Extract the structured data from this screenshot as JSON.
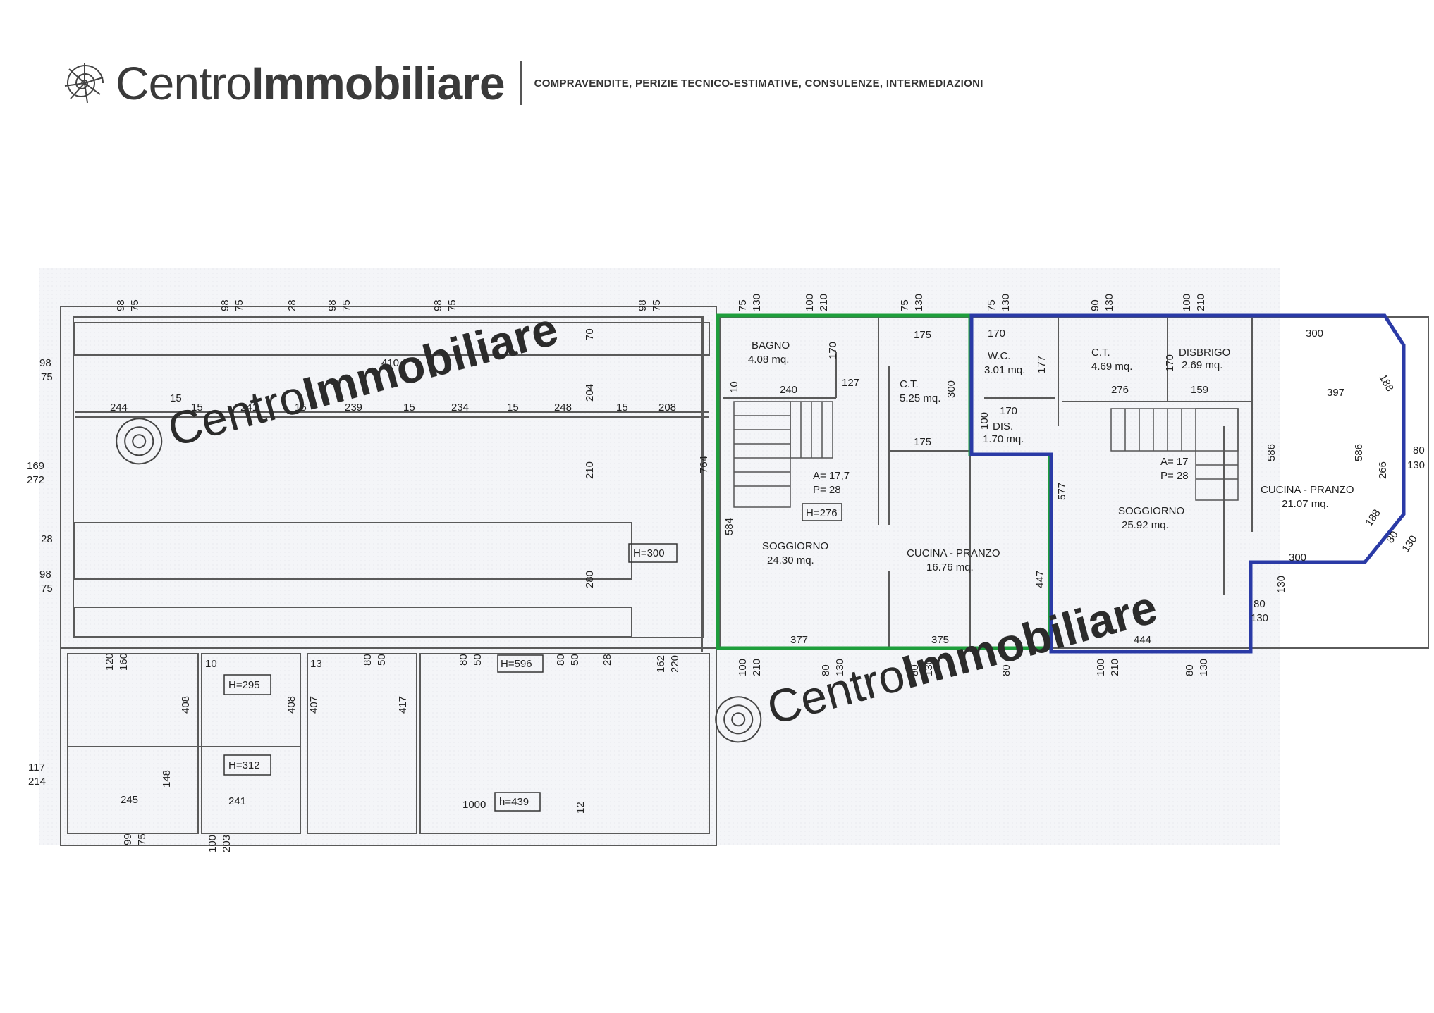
{
  "header": {
    "brand_part1": "Centro",
    "brand_part2": "Immobiliare",
    "tagline": "COMPRAVENDITE, PERIZIE TECNICO-ESTIMATIVE, CONSULENZE, INTERMEDIAZIONI",
    "logo_icon": "nautilus-shell-icon"
  },
  "colors": {
    "green_outline": "#1e9e3c",
    "blue_outline": "#2a3aa6",
    "line": "#5a5a5a",
    "text": "#222222"
  },
  "watermarks": [
    {
      "part1": "Centro",
      "part2": "Immobiliare"
    },
    {
      "part1": "Centro",
      "part2": "Immobiliare"
    }
  ],
  "rooms": {
    "bagno_name": "BAGNO",
    "bagno_area": "4.08 mq.",
    "ct1_name": "C.T.",
    "ct1_area": "5.25 mq.",
    "sogg1_name": "SOGGIORNO",
    "sogg1_area": "24.30 mq.",
    "cucina1_name": "CUCINA - PRANZO",
    "cucina1_area": "16.76 mq.",
    "wc_name": "W.C.",
    "wc_area": "3.01 mq.",
    "dis_name": "DIS.",
    "dis_area": "1.70 mq.",
    "ct2_name": "C.T.",
    "ct2_area": "4.69 mq.",
    "disbrigo_name": "DISBRIGO",
    "disbrigo_area": "2.69 mq.",
    "sogg2_name": "SOGGIORNO",
    "sogg2_area": "25.92 mq.",
    "cucina2_name": "CUCINA - PRANZO",
    "cucina2_area": "21.07 mq."
  },
  "stair_notes": {
    "s1_a": "A= 17,7",
    "s1_p": "P= 28",
    "s2_a": "A= 17",
    "s2_p": "P= 28"
  },
  "heights": {
    "h276": "H=276",
    "h300": "H=300",
    "h596": "H=596",
    "h295": "H=295",
    "h312": "H=312",
    "h439": "h=439"
  },
  "dimensions": {
    "top_98a": "98",
    "top_75a": "75",
    "top_98b": "98",
    "top_75b": "75",
    "top_28": "28",
    "top_98c": "98",
    "top_75c": "75",
    "top_98d": "98",
    "top_75d": "75",
    "top_98e": "98",
    "top_75e": "75",
    "top_75f": "75",
    "top_130a": "130",
    "top_100a": "100",
    "top_210a": "210",
    "top_75g": "75",
    "top_130b": "130",
    "top_75h": "75",
    "top_130c": "130",
    "top_90": "90",
    "top_130d": "130",
    "top_100b": "100",
    "top_210b": "210",
    "left_98a": "98",
    "left_75a": "75",
    "left_169": "169",
    "left_272": "272",
    "left_28": "28",
    "left_98b": "98",
    "left_75b": "75",
    "left_117": "117",
    "left_214": "214",
    "w_244": "244",
    "w_15a": "15",
    "w_15b": "15",
    "w_241": "241",
    "w_15c": "15",
    "w_239": "239",
    "w_15d": "15",
    "w_234": "234",
    "w_15e": "15",
    "w_248": "248",
    "w_15f": "15",
    "w_208": "208",
    "w_70": "70",
    "w_204": "204",
    "w_210": "210",
    "w_280": "280",
    "w_410": "410",
    "d_764": "764",
    "d_584": "584",
    "d_10": "10",
    "d_240": "240",
    "d_127": "127",
    "d_170a": "170",
    "d_175a": "175",
    "d_300a": "300",
    "d_175b": "175",
    "d_377": "377",
    "d_375": "375",
    "d_447": "447",
    "d_170b": "170",
    "d_177": "177",
    "d_170c": "170",
    "d_100a": "100",
    "d_577": "577",
    "d_276": "276",
    "d_170d": "170",
    "d_159": "159",
    "d_300b": "300",
    "d_397": "397",
    "d_188a": "188",
    "d_586a": "586",
    "d_586b": "586",
    "d_266": "266",
    "d_80a": "80",
    "d_130a": "130",
    "d_188b": "188",
    "d_80b": "80",
    "d_130b": "130",
    "d_300c": "300",
    "d_130c": "130",
    "d_80c": "80",
    "d_130d": "130",
    "d_444": "444",
    "b_120": "120",
    "b_160": "160",
    "b_10": "10",
    "b_13": "13",
    "b_80a": "80",
    "b_50a": "50",
    "b_80b": "80",
    "b_50b": "50",
    "b_80c": "80",
    "b_50c": "50",
    "b_28": "28",
    "b_162": "162",
    "b_220": "220",
    "b_100a": "100",
    "b_210a": "210",
    "b_80d": "80",
    "b_130a": "130",
    "b_80e": "80",
    "b_130b": "130",
    "b_80f": "80",
    "b_100b": "100",
    "b_210b": "210",
    "b_80g": "80",
    "b_130c": "130",
    "g_408a": "408",
    "g_148": "148",
    "g_408b": "408",
    "g_407": "407",
    "g_417": "417",
    "g_245": "245",
    "g_241": "241",
    "g_1000": "1000",
    "g_12": "12",
    "g_99": "99",
    "g_75": "75",
    "g_100": "100",
    "g_203": "203"
  }
}
